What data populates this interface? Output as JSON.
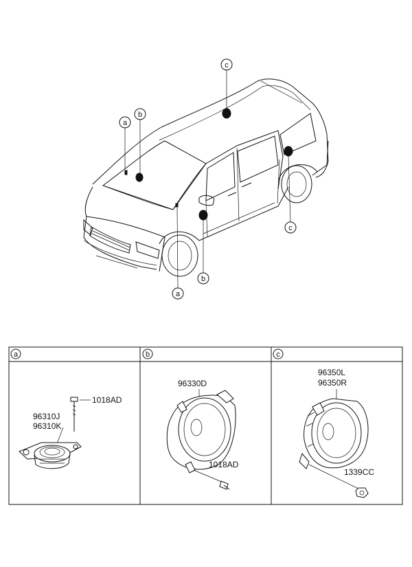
{
  "diagram": {
    "callouts": {
      "a": "a",
      "b": "b",
      "c": "c"
    },
    "panels": [
      {
        "tag": "a",
        "parts": [
          "96310J",
          "96310K"
        ],
        "fastener": "1018AD"
      },
      {
        "tag": "b",
        "parts": [
          "96330D"
        ],
        "fastener": "1018AD"
      },
      {
        "tag": "c",
        "parts": [
          "96350L",
          "96350R"
        ],
        "fastener": "1339CC"
      }
    ]
  }
}
